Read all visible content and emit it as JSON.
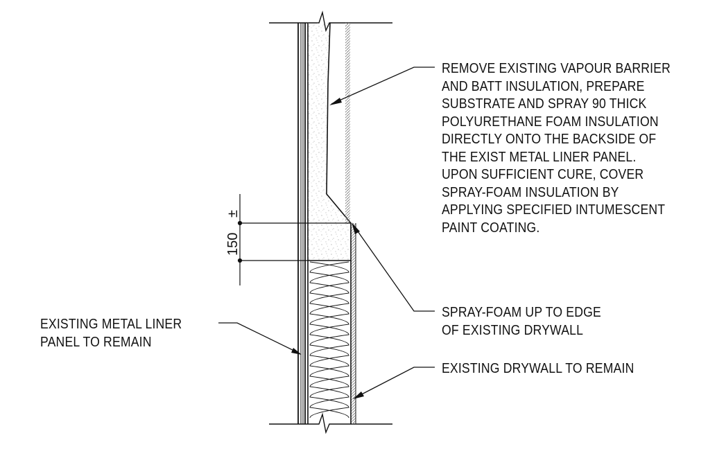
{
  "notes": {
    "spray_foam_main": "REMOVE EXISTING VAPOUR BARRIER\nAND BATT INSULATION, PREPARE\nSUBSTRATE AND SPRAY 90 THICK\nPOLYURETHANE FOAM INSULATION\nDIRECTLY ONTO THE BACKSIDE OF\nTHE EXIST METAL LINER PANEL.\nUPON SUFFICIENT CURE, COVER\nSPRAY-FOAM INSULATION BY\nAPPLYING SPECIFIED INTUMESCENT\nPAINT COATING.",
    "spray_foam_edge": "SPRAY-FOAM UP TO EDGE\nOF EXISTING DRYWALL",
    "metal_liner": "EXISTING METAL LINER\nPANEL TO REMAIN",
    "drywall": "EXISTING DRYWALL TO REMAIN"
  },
  "dimension": {
    "value": "150",
    "tolerance": "±"
  },
  "colors": {
    "line": "#111111",
    "hatch": "#8a8a8a",
    "background": "#ffffff"
  }
}
